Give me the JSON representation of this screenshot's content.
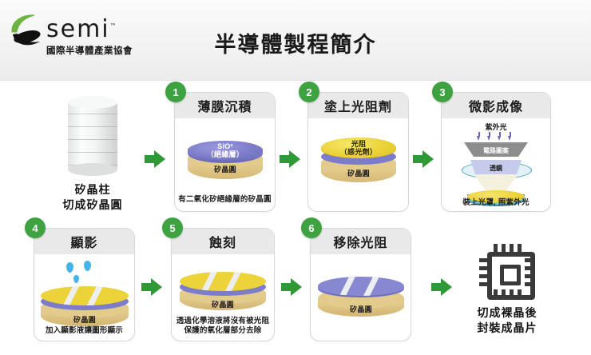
{
  "header": {
    "logo": {
      "wordmark": "semi",
      "trademark": "™",
      "subtitle": "國際半導體產業協會",
      "mark_icon": "semi-swoosh-logo",
      "green": "#6cb33f",
      "black": "#111111"
    },
    "title": "半導體製程簡介"
  },
  "theme": {
    "accent_green": "#3ea241",
    "arrow_green": "#2f9a35",
    "card_header_gray": "#e9e9e9",
    "card_border": "#d8d8d8",
    "wafer_tan": "#e3cb8c",
    "oxide_purple": "#7d7cc9",
    "resist_yellow": "#ecd33a",
    "droplet_blue": "#45b4e8",
    "chip_dark": "#3a3a3a",
    "header_band": "#f1f1f1"
  },
  "start": {
    "icon": "silicon-ingot",
    "label_line1": "矽晶柱",
    "label_line2": "切成矽晶圓"
  },
  "steps": [
    {
      "number": "1",
      "title": "薄膜沉積",
      "caption": "有二氧化矽絕緣層的矽晶圓",
      "layers": [
        {
          "name": "SiO²",
          "sub": "（絕緣層）",
          "color": "#7d7cc9"
        },
        {
          "name": "矽晶圓",
          "sub": "",
          "color": "#e3cb8c"
        }
      ]
    },
    {
      "number": "2",
      "title": "塗上光阻劑",
      "caption": "",
      "layers": [
        {
          "name": "光阻",
          "sub": "（感光劑）",
          "color": "#ecd33a"
        },
        {
          "name": "",
          "sub": "",
          "color": "#7d7cc9"
        },
        {
          "name": "矽晶圓",
          "sub": "",
          "color": "#e3cb8c"
        }
      ]
    },
    {
      "number": "3",
      "title": "微影成像",
      "caption": "裝上光罩, 照紫外光",
      "uv_label": "紫外光",
      "mask_label": "電路圖案",
      "lens_label": "透鏡"
    },
    {
      "number": "4",
      "title": "顯影",
      "caption": "加入顯影液讓圖形顯示",
      "wafer_label": "矽晶圓"
    },
    {
      "number": "5",
      "title": "蝕刻",
      "caption": "透過化學溶液將沒有被光阻保護的氧化層部分去除",
      "wafer_label": "矽晶圓"
    },
    {
      "number": "6",
      "title": "移除光阻",
      "caption": "",
      "wafer_label": "矽晶圓"
    }
  ],
  "end": {
    "icon": "microchip",
    "label_line1": "切成裸晶後",
    "label_line2": "封裝成晶片"
  },
  "arrows": {
    "glyph": "arrow-right",
    "count": 6
  }
}
